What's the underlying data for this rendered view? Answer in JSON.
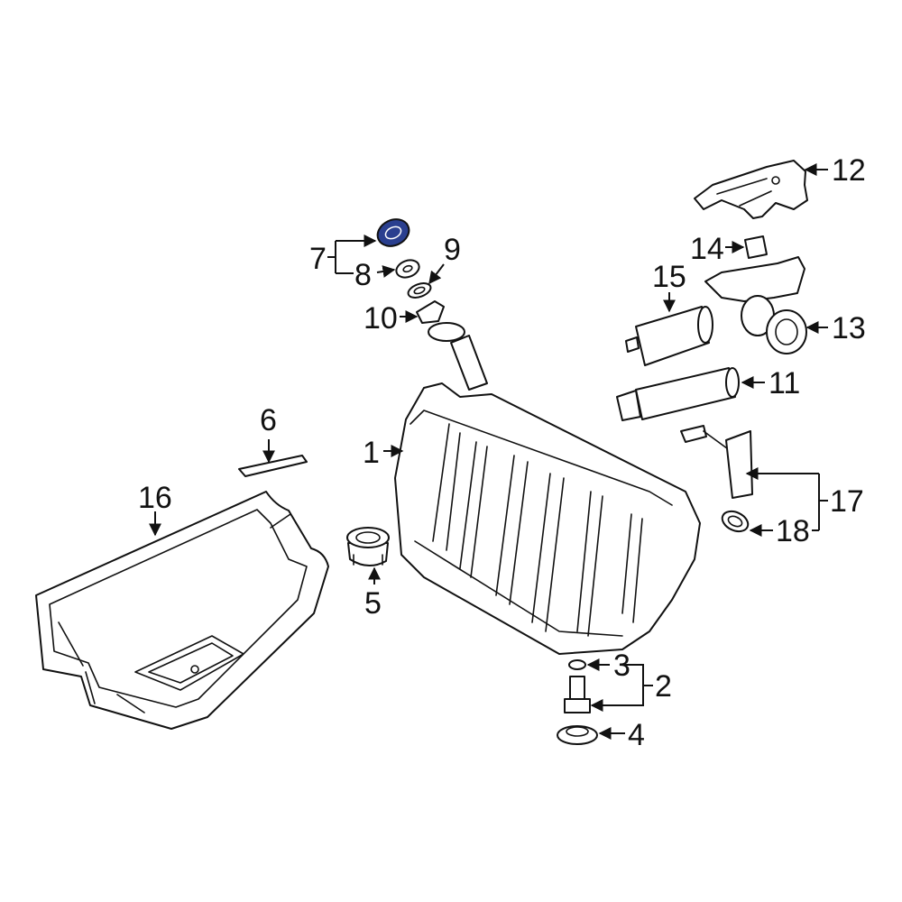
{
  "diagram": {
    "highlight_color": "#2a3f8f",
    "callouts": {
      "c1": "1",
      "c2": "2",
      "c3": "3",
      "c4": "4",
      "c5": "5",
      "c6": "6",
      "c7": "7",
      "c8": "8",
      "c9": "9",
      "c10": "10",
      "c11": "11",
      "c12": "12",
      "c13": "13",
      "c14": "14",
      "c15": "15",
      "c16": "16",
      "c17": "17",
      "c18": "18"
    }
  }
}
